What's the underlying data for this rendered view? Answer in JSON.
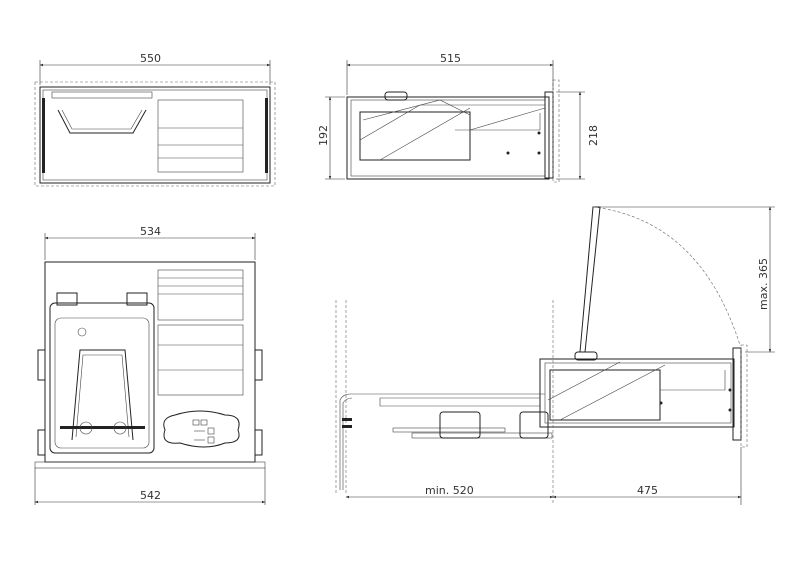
{
  "dimensions": {
    "front_width": "550",
    "side_length": "515",
    "side_height_body": "192",
    "side_height_total": "218",
    "top_width": "534",
    "top_base_width": "542",
    "lid_open_height": "max. 365",
    "min_install_depth": "min. 520",
    "drawer_depth": "475"
  }
}
